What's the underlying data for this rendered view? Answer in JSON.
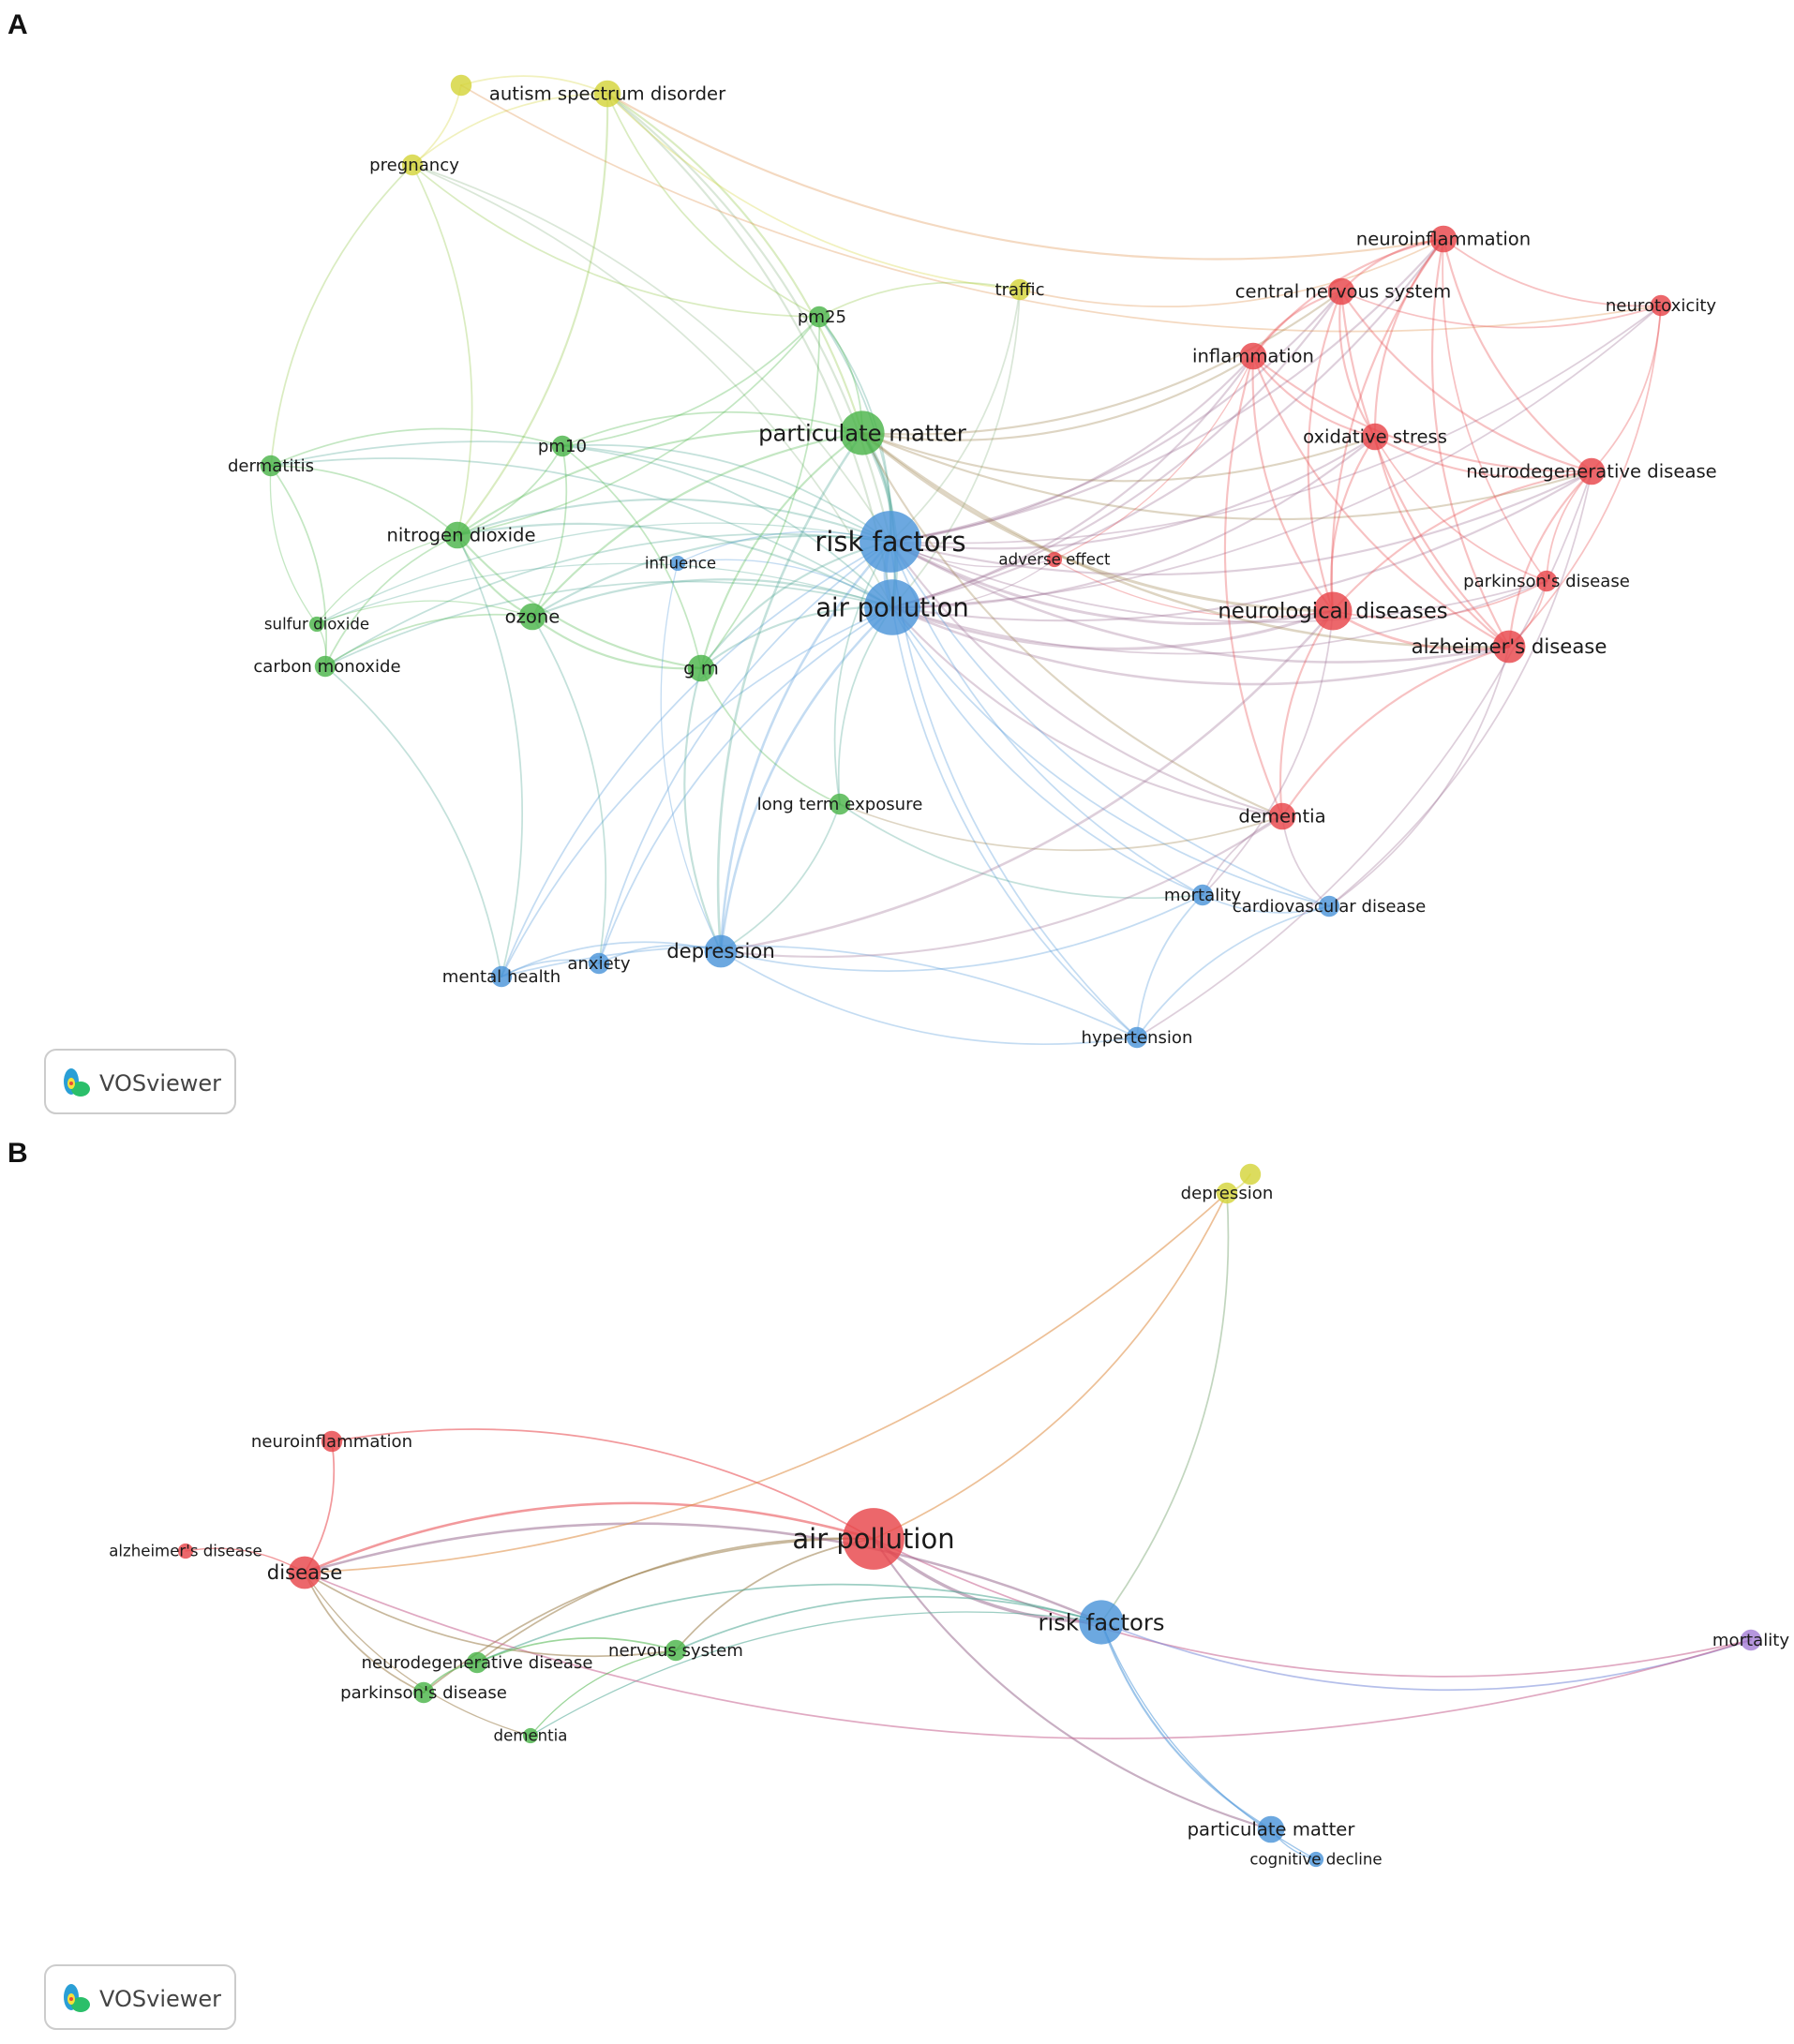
{
  "panels": [
    {
      "letter": "A",
      "logo_text": "VOSviewer",
      "clusters": {
        "red": "#e8464a",
        "green": "#4cb54a",
        "blue": "#4c95d9",
        "yellow": "#d4d43a"
      },
      "nodes": [
        {
          "id": "autism",
          "label": "autism spectrum disorder",
          "c": "yellow",
          "w": 3
        },
        {
          "id": "yellowdot",
          "label": "",
          "c": "yellow",
          "w": 2
        },
        {
          "id": "pregnancy",
          "label": "pregnancy",
          "c": "yellow",
          "w": 2
        },
        {
          "id": "traffic",
          "label": "traffic",
          "c": "yellow",
          "w": 2
        },
        {
          "id": "pm25",
          "label": "pm25",
          "c": "green",
          "w": 2
        },
        {
          "id": "pm",
          "label": "particulate matter",
          "c": "green",
          "w": 6
        },
        {
          "id": "pm10",
          "label": "pm10",
          "c": "green",
          "w": 2
        },
        {
          "id": "dermatitis",
          "label": "dermatitis",
          "c": "green",
          "w": 2
        },
        {
          "id": "no2",
          "label": "nitrogen dioxide",
          "c": "green",
          "w": 3
        },
        {
          "id": "so2",
          "label": "sulfur dioxide",
          "c": "green",
          "w": 1
        },
        {
          "id": "co",
          "label": "carbon monoxide",
          "c": "green",
          "w": 2
        },
        {
          "id": "ozone",
          "label": "ozone",
          "c": "green",
          "w": 3
        },
        {
          "id": "gm",
          "label": "g m",
          "c": "green",
          "w": 3
        },
        {
          "id": "lte",
          "label": "long term exposure",
          "c": "green",
          "w": 2
        },
        {
          "id": "influence",
          "label": "influence",
          "c": "blue",
          "w": 1
        },
        {
          "id": "rf",
          "label": "risk factors",
          "c": "blue",
          "w": 9
        },
        {
          "id": "ap",
          "label": "air pollution",
          "c": "blue",
          "w": 8
        },
        {
          "id": "depression",
          "label": "depression",
          "c": "blue",
          "w": 4
        },
        {
          "id": "anxiety",
          "label": "anxiety",
          "c": "blue",
          "w": 2
        },
        {
          "id": "mental",
          "label": "mental health",
          "c": "blue",
          "w": 2
        },
        {
          "id": "hypertension",
          "label": "hypertension",
          "c": "blue",
          "w": 2
        },
        {
          "id": "mortality",
          "label": "mortality",
          "c": "blue",
          "w": 2
        },
        {
          "id": "cvd",
          "label": "cardiovascular disease",
          "c": "blue",
          "w": 2
        },
        {
          "id": "neuroinfl",
          "label": "neuroinflammation",
          "c": "red",
          "w": 3
        },
        {
          "id": "cns",
          "label": "central nervous system",
          "c": "red",
          "w": 3
        },
        {
          "id": "neurotox",
          "label": "neurotoxicity",
          "c": "red",
          "w": 2
        },
        {
          "id": "inflammation",
          "label": "inflammation",
          "c": "red",
          "w": 3
        },
        {
          "id": "oxstress",
          "label": "oxidative stress",
          "c": "red",
          "w": 3
        },
        {
          "id": "neurodeg",
          "label": "neurodegenerative disease",
          "c": "red",
          "w": 3
        },
        {
          "id": "adverse",
          "label": "adverse effect",
          "c": "red",
          "w": 1
        },
        {
          "id": "parkinson",
          "label": "parkinson's disease",
          "c": "red",
          "w": 2
        },
        {
          "id": "neurodis",
          "label": "neurological diseases",
          "c": "red",
          "w": 5
        },
        {
          "id": "alzheimer",
          "label": "alzheimer's disease",
          "c": "red",
          "w": 4
        },
        {
          "id": "dementia",
          "label": "dementia",
          "c": "red",
          "w": 3
        }
      ],
      "edges": [
        [
          "rf",
          "ap"
        ],
        [
          "rf",
          "pm"
        ],
        [
          "ap",
          "pm"
        ],
        [
          "rf",
          "depression"
        ],
        [
          "ap",
          "depression"
        ],
        [
          "rf",
          "neurodis"
        ],
        [
          "ap",
          "neurodis"
        ],
        [
          "rf",
          "alzheimer"
        ],
        [
          "ap",
          "alzheimer"
        ],
        [
          "rf",
          "dementia"
        ],
        [
          "ap",
          "dementia"
        ],
        [
          "rf",
          "no2"
        ],
        [
          "ap",
          "no2"
        ],
        [
          "rf",
          "ozone"
        ],
        [
          "ap",
          "ozone"
        ],
        [
          "rf",
          "gm"
        ],
        [
          "ap",
          "gm"
        ],
        [
          "rf",
          "pm25"
        ],
        [
          "ap",
          "pm25"
        ],
        [
          "rf",
          "pm10"
        ],
        [
          "ap",
          "pm10"
        ],
        [
          "rf",
          "autism"
        ],
        [
          "ap",
          "autism"
        ],
        [
          "rf",
          "pregnancy"
        ],
        [
          "ap",
          "pregnancy"
        ],
        [
          "rf",
          "traffic"
        ],
        [
          "ap",
          "traffic"
        ],
        [
          "rf",
          "inflammation"
        ],
        [
          "ap",
          "inflammation"
        ],
        [
          "rf",
          "oxstress"
        ],
        [
          "ap",
          "oxstress"
        ],
        [
          "rf",
          "cns"
        ],
        [
          "ap",
          "cns"
        ],
        [
          "rf",
          "neuroinfl"
        ],
        [
          "ap",
          "neuroinfl"
        ],
        [
          "rf",
          "neurodeg"
        ],
        [
          "ap",
          "neurodeg"
        ],
        [
          "rf",
          "parkinson"
        ],
        [
          "ap",
          "parkinson"
        ],
        [
          "rf",
          "mortality"
        ],
        [
          "ap",
          "mortality"
        ],
        [
          "rf",
          "cvd"
        ],
        [
          "ap",
          "cvd"
        ],
        [
          "rf",
          "hypertension"
        ],
        [
          "ap",
          "hypertension"
        ],
        [
          "rf",
          "anxiety"
        ],
        [
          "ap",
          "anxiety"
        ],
        [
          "rf",
          "mental"
        ],
        [
          "ap",
          "mental"
        ],
        [
          "rf",
          "lte"
        ],
        [
          "ap",
          "lte"
        ],
        [
          "rf",
          "influence"
        ],
        [
          "ap",
          "influence"
        ],
        [
          "rf",
          "dermatitis"
        ],
        [
          "ap",
          "dermatitis"
        ],
        [
          "rf",
          "so2"
        ],
        [
          "ap",
          "so2"
        ],
        [
          "rf",
          "co"
        ],
        [
          "ap",
          "co"
        ],
        [
          "rf",
          "adverse"
        ],
        [
          "ap",
          "adverse"
        ],
        [
          "rf",
          "neurotox"
        ],
        [
          "ap",
          "neurotox"
        ],
        [
          "pm",
          "no2"
        ],
        [
          "pm",
          "ozone"
        ],
        [
          "pm",
          "gm"
        ],
        [
          "pm",
          "pm25"
        ],
        [
          "pm",
          "pm10"
        ],
        [
          "pm",
          "neurodis"
        ],
        [
          "pm",
          "alzheimer"
        ],
        [
          "pm",
          "inflammation"
        ],
        [
          "pm",
          "oxstress"
        ],
        [
          "pm",
          "depression"
        ],
        [
          "pm",
          "autism"
        ],
        [
          "pm",
          "dementia"
        ],
        [
          "pm",
          "cns"
        ],
        [
          "pm",
          "neurodeg"
        ],
        [
          "no2",
          "ozone"
        ],
        [
          "no2",
          "pm10"
        ],
        [
          "no2",
          "so2"
        ],
        [
          "no2",
          "co"
        ],
        [
          "no2",
          "gm"
        ],
        [
          "no2",
          "dermatitis"
        ],
        [
          "no2",
          "pm25"
        ],
        [
          "no2",
          "autism"
        ],
        [
          "no2",
          "pregnancy"
        ],
        [
          "ozone",
          "co"
        ],
        [
          "ozone",
          "so2"
        ],
        [
          "ozone",
          "gm"
        ],
        [
          "ozone",
          "pm10"
        ],
        [
          "gm",
          "depression"
        ],
        [
          "gm",
          "lte"
        ],
        [
          "gm",
          "pm25"
        ],
        [
          "gm",
          "pm10"
        ],
        [
          "co",
          "so2"
        ],
        [
          "co",
          "dermatitis"
        ],
        [
          "pm10",
          "pm25"
        ],
        [
          "pm10",
          "dermatitis"
        ],
        [
          "autism",
          "pregnancy"
        ],
        [
          "autism",
          "yellowdot"
        ],
        [
          "pregnancy",
          "yellowdot"
        ],
        [
          "autism",
          "pm25"
        ],
        [
          "autism",
          "traffic"
        ],
        [
          "pregnancy",
          "pm25"
        ],
        [
          "pregnancy",
          "dermatitis"
        ],
        [
          "autism",
          "neuroinfl"
        ],
        [
          "yellowdot",
          "neurotox"
        ],
        [
          "traffic",
          "neuroinfl"
        ],
        [
          "traffic",
          "pm25"
        ],
        [
          "neuroinfl",
          "cns"
        ],
        [
          "neuroinfl",
          "inflammation"
        ],
        [
          "neuroinfl",
          "oxstress"
        ],
        [
          "neuroinfl",
          "neurodeg"
        ],
        [
          "neuroinfl",
          "neurodis"
        ],
        [
          "neuroinfl",
          "alzheimer"
        ],
        [
          "neuroinfl",
          "neurotox"
        ],
        [
          "neuroinfl",
          "parkinson"
        ],
        [
          "cns",
          "inflammation"
        ],
        [
          "cns",
          "oxstress"
        ],
        [
          "cns",
          "neurodeg"
        ],
        [
          "cns",
          "neurodis"
        ],
        [
          "cns",
          "alzheimer"
        ],
        [
          "cns",
          "neurotox"
        ],
        [
          "inflammation",
          "oxstress"
        ],
        [
          "inflammation",
          "neurodeg"
        ],
        [
          "inflammation",
          "neurodis"
        ],
        [
          "inflammation",
          "alzheimer"
        ],
        [
          "inflammation",
          "dementia"
        ],
        [
          "oxstress",
          "neurodeg"
        ],
        [
          "oxstress",
          "neurodis"
        ],
        [
          "oxstress",
          "alzheimer"
        ],
        [
          "oxstress",
          "parkinson"
        ],
        [
          "neurodeg",
          "neurodis"
        ],
        [
          "neurodeg",
          "alzheimer"
        ],
        [
          "neurodeg",
          "parkinson"
        ],
        [
          "neurodeg",
          "neurotox"
        ],
        [
          "neurodis",
          "alzheimer"
        ],
        [
          "neurodis",
          "dementia"
        ],
        [
          "neurodis",
          "parkinson"
        ],
        [
          "alzheimer",
          "dementia"
        ],
        [
          "alzheimer",
          "parkinson"
        ],
        [
          "alzheimer",
          "neurotox"
        ],
        [
          "dementia",
          "mortality"
        ],
        [
          "dementia",
          "cvd"
        ],
        [
          "adverse",
          "neurodis"
        ],
        [
          "adverse",
          "inflammation"
        ],
        [
          "depression",
          "anxiety"
        ],
        [
          "depression",
          "mental"
        ],
        [
          "anxiety",
          "mental"
        ],
        [
          "depression",
          "lte"
        ],
        [
          "depression",
          "hypertension"
        ],
        [
          "depression",
          "mortality"
        ],
        [
          "mortality",
          "cvd"
        ],
        [
          "mortality",
          "hypertension"
        ],
        [
          "cvd",
          "hypertension"
        ],
        [
          "hypertension",
          "mental"
        ],
        [
          "cvd",
          "alzheimer"
        ],
        [
          "lte",
          "dementia"
        ],
        [
          "lte",
          "mortality"
        ],
        [
          "influence",
          "depression"
        ],
        [
          "mental",
          "co"
        ],
        [
          "anxiety",
          "ozone"
        ],
        [
          "mental",
          "no2"
        ],
        [
          "hypertension",
          "neurodeg"
        ],
        [
          "cvd",
          "neurodeg"
        ],
        [
          "depression",
          "dementia"
        ],
        [
          "depression",
          "neurodis"
        ],
        [
          "mortality",
          "neurodis"
        ],
        [
          "dermatitis",
          "so2"
        ]
      ]
    },
    {
      "letter": "B",
      "logo_text": "VOSviewer",
      "clusters": {
        "red": "#e8464a",
        "green": "#4cb54a",
        "blue": "#4c95d9",
        "yellow": "#d4d43a",
        "purple": "#a57fd6"
      },
      "nodes": [
        {
          "id": "yellowdot",
          "label": "",
          "c": "yellow",
          "w": 2
        },
        {
          "id": "depression",
          "label": "depression",
          "c": "yellow",
          "w": 2
        },
        {
          "id": "neuroinfl",
          "label": "neuroinflammation",
          "c": "red",
          "w": 2
        },
        {
          "id": "alzheimer",
          "label": "alzheimer's disease",
          "c": "red",
          "w": 1
        },
        {
          "id": "disease",
          "label": "disease",
          "c": "red",
          "w": 4
        },
        {
          "id": "ap",
          "label": "air pollution",
          "c": "red",
          "w": 9
        },
        {
          "id": "rf",
          "label": "risk factors",
          "c": "blue",
          "w": 6
        },
        {
          "id": "nervous",
          "label": "nervous system",
          "c": "green",
          "w": 2
        },
        {
          "id": "neurodeg",
          "label": "neurodegenerative disease",
          "c": "green",
          "w": 2
        },
        {
          "id": "parkinson",
          "label": "parkinson's disease",
          "c": "green",
          "w": 2
        },
        {
          "id": "dementia",
          "label": "dementia",
          "c": "green",
          "w": 1
        },
        {
          "id": "mortality",
          "label": "mortality",
          "c": "purple",
          "w": 2
        },
        {
          "id": "pm",
          "label": "particulate matter",
          "c": "blue",
          "w": 3
        },
        {
          "id": "cogdec",
          "label": "cognitive decline",
          "c": "blue",
          "w": 1
        }
      ],
      "edges": [
        [
          "ap",
          "rf"
        ],
        [
          "ap",
          "disease"
        ],
        [
          "ap",
          "depression"
        ],
        [
          "ap",
          "nervous"
        ],
        [
          "ap",
          "neurodeg"
        ],
        [
          "ap",
          "mortality"
        ],
        [
          "ap",
          "pm"
        ],
        [
          "ap",
          "neuroinfl"
        ],
        [
          "ap",
          "parkinson"
        ],
        [
          "rf",
          "disease"
        ],
        [
          "rf",
          "depression"
        ],
        [
          "rf",
          "neurodeg"
        ],
        [
          "rf",
          "dementia"
        ],
        [
          "rf",
          "mortality"
        ],
        [
          "rf",
          "pm"
        ],
        [
          "rf",
          "cogdec"
        ],
        [
          "rf",
          "nervous"
        ],
        [
          "disease",
          "neuroinfl"
        ],
        [
          "disease",
          "alzheimer"
        ],
        [
          "disease",
          "parkinson"
        ],
        [
          "disease",
          "dementia"
        ],
        [
          "disease",
          "mortality"
        ],
        [
          "disease",
          "nervous"
        ],
        [
          "nervous",
          "neurodeg"
        ],
        [
          "nervous",
          "dementia"
        ],
        [
          "neurodeg",
          "parkinson"
        ],
        [
          "depression",
          "yellowdot"
        ],
        [
          "disease",
          "depression"
        ],
        [
          "pm",
          "cogdec"
        ]
      ]
    }
  ]
}
